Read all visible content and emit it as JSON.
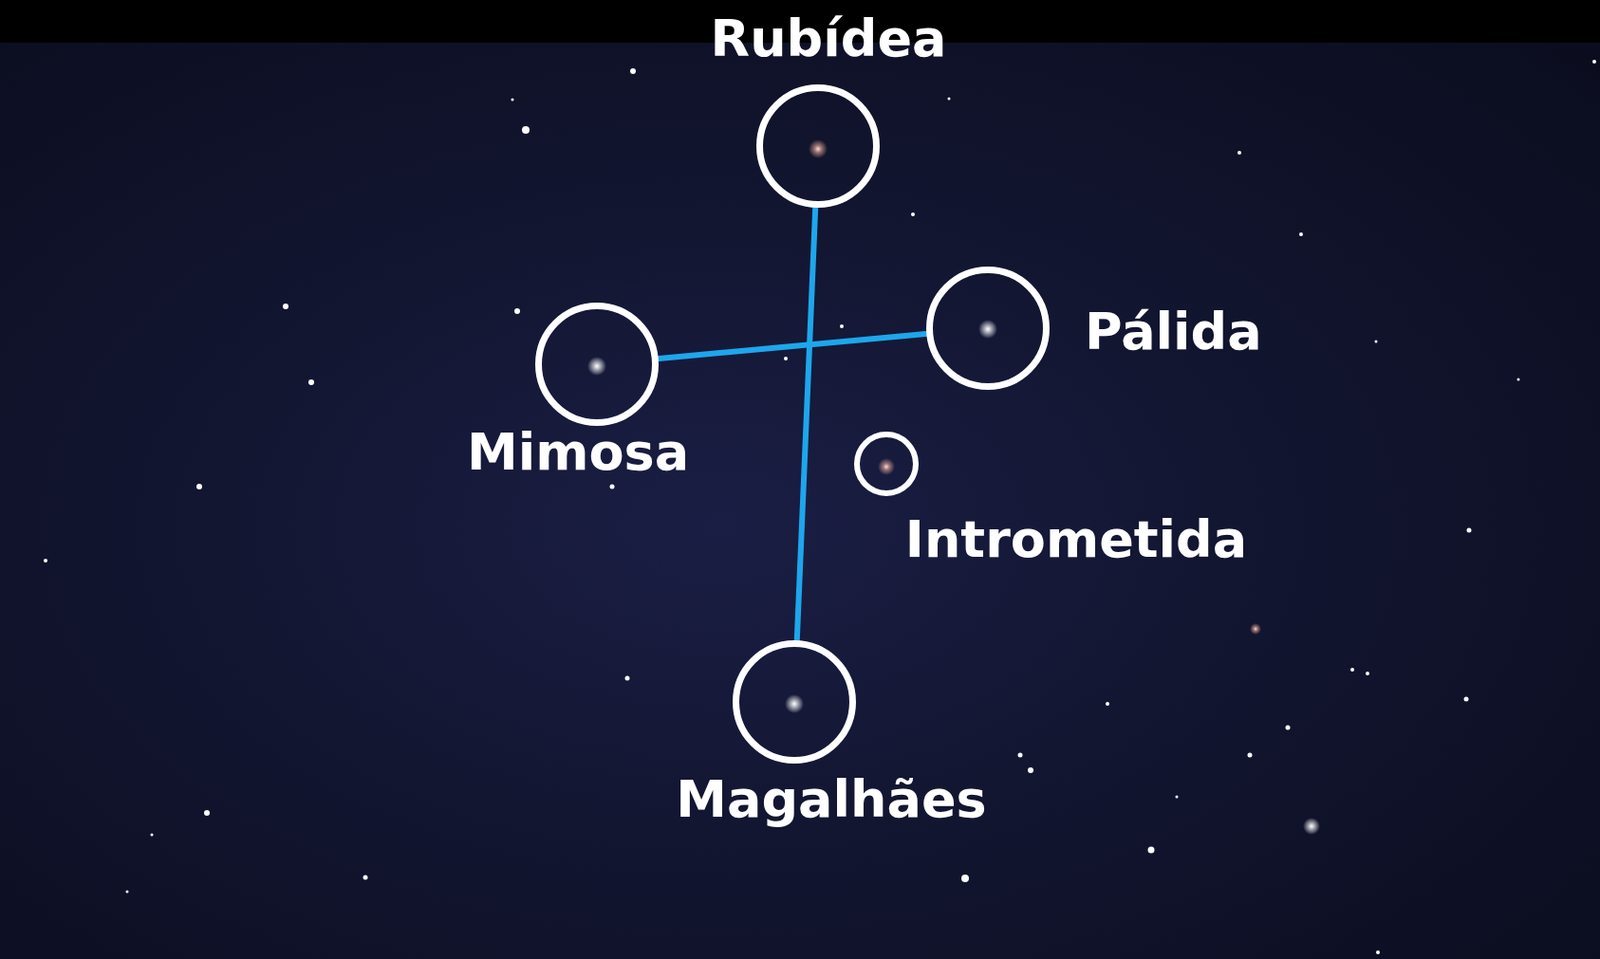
{
  "diagram": {
    "nodes": [
      {
        "text": [
          "Rubídea"
        ]
      },
      {
        "text": [
          "Pálida"
        ]
      },
      {
        "text": [
          "Mimosa"
        ]
      },
      {
        "text": [
          "Intrometida"
        ]
      },
      {
        "text": [
          "Magalhães"
        ]
      }
    ],
    "edges": [
      {
        "from": 0,
        "to": 4,
        "arrow": "none"
      },
      {
        "from": 2,
        "to": 1,
        "arrow": "none"
      }
    ]
  }
}
